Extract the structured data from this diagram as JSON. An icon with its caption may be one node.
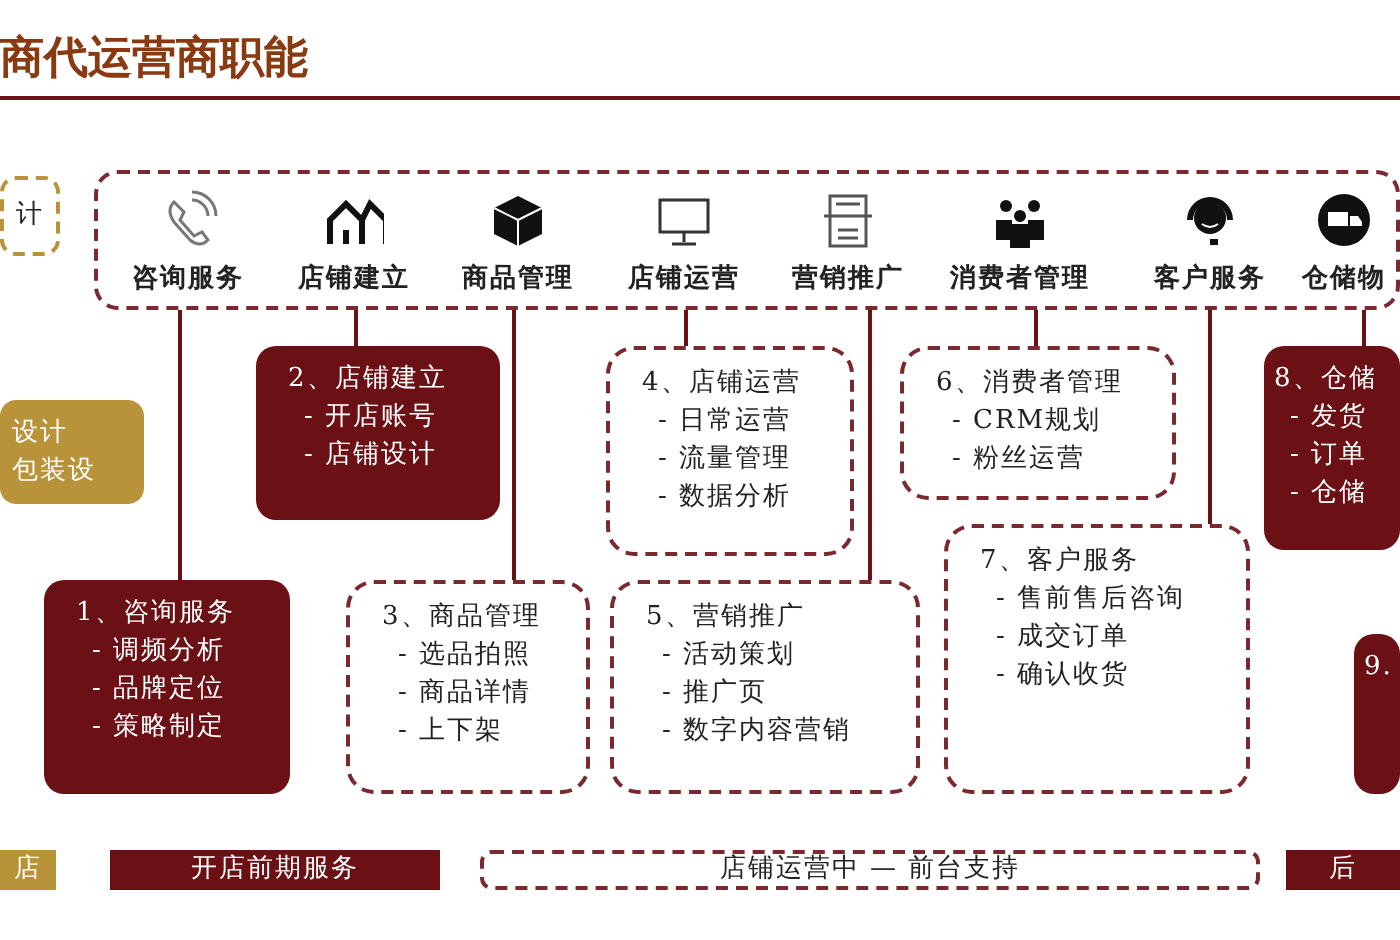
{
  "diagram": {
    "title": "商代运营商职能",
    "nodes": [
      {
        "text": [
          "计"
        ]
      },
      {
        "text": [],
        "shape": "box"
      },
      {
        "text": [
          "咨询服务"
        ],
        "in": 1
      },
      {
        "text": [
          "店铺建立"
        ],
        "in": 1
      },
      {
        "text": [
          "商品管理"
        ],
        "in": 1
      },
      {
        "text": [
          "店铺运营"
        ],
        "in": 1
      },
      {
        "text": [
          "营销推广"
        ],
        "in": 1
      },
      {
        "text": [
          "消费者管理"
        ],
        "in": 1
      },
      {
        "text": [
          "客户服务"
        ],
        "in": 1
      },
      {
        "text": [
          "仓储物"
        ],
        "in": 1
      },
      {
        "text": [
          "设计",
          "包装设"
        ]
      },
      {
        "text": [
          "2、店铺建立",
          "- 开店账号",
          "- 店铺设计"
        ]
      },
      {
        "text": [
          "4、店铺运营",
          "- 日常运营",
          "- 流量管理",
          "- 数据分析"
        ]
      },
      {
        "text": [
          "6、消费者管理",
          "- CRM规划",
          "- 粉丝运营"
        ]
      },
      {
        "text": [
          "8、仓储",
          "- 发货",
          "- 订单",
          "- 仓储"
        ]
      },
      {
        "text": [
          "1、咨询服务",
          "- 调频分析",
          "- 品牌定位",
          "- 策略制定"
        ]
      },
      {
        "text": [
          "3、商品管理",
          "- 选品拍照",
          "- 商品详情",
          "- 上下架"
        ]
      },
      {
        "text": [
          "5、营销推广",
          "- 活动策划",
          "- 推广页",
          "- 数字内容营销"
        ]
      },
      {
        "text": [
          "7、客户服务",
          "- 售前售后咨询",
          "- 成交订单",
          "- 确认收货"
        ]
      },
      {
        "text": [
          "9."
        ]
      },
      {
        "text": [
          "店"
        ]
      },
      {
        "text": [
          "开店前期服务"
        ]
      },
      {
        "text": [
          "店铺运营中 — 前台支持"
        ]
      },
      {
        "text": [
          "后"
        ]
      }
    ],
    "edges": [
      {
        "from": 2,
        "to": 15,
        "arrow": "none"
      },
      {
        "from": 3,
        "to": 11,
        "arrow": "none"
      },
      {
        "from": 4,
        "to": 16,
        "arrow": "none"
      },
      {
        "from": 5,
        "to": 12,
        "arrow": "none"
      },
      {
        "from": 6,
        "to": 17,
        "arrow": "none"
      },
      {
        "from": 7,
        "to": 13,
        "arrow": "none"
      },
      {
        "from": 8,
        "to": 18,
        "arrow": "none"
      },
      {
        "from": 9,
        "to": 14,
        "arrow": "none"
      }
    ]
  }
}
